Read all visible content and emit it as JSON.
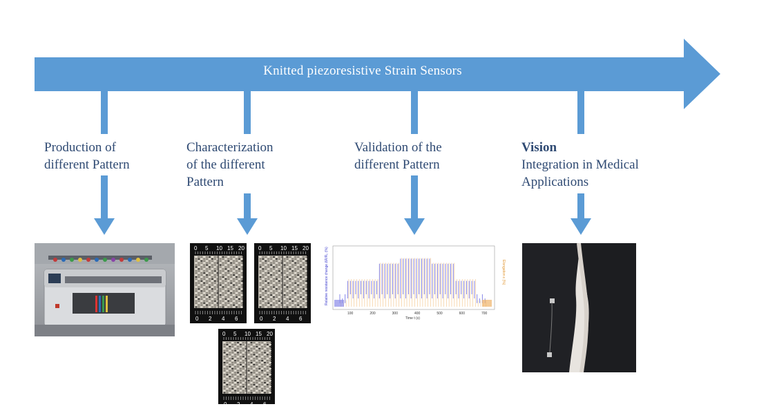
{
  "banner": {
    "title": "Knitted piezoresistive Strain Sensors",
    "color": "#5b9bd5"
  },
  "steps": [
    {
      "line1": "Production of",
      "line2": "different Pattern",
      "line3": ""
    },
    {
      "line1": "Characterization",
      "line2": "of the different",
      "line3": "Pattern"
    },
    {
      "line1": "Validation of the",
      "line2": "different Pattern",
      "line3": ""
    },
    {
      "heading": "Vision",
      "line1": "Integration in Medical",
      "line2": "Applications"
    }
  ],
  "images": {
    "machine": "knitting-machine-photo",
    "samples": "knitted-sample-photos",
    "plot": "resistance-change-plot",
    "leggings": "sensor-leggings-photo"
  },
  "ruler": {
    "top": [
      "0",
      "5",
      "10",
      "15",
      "20"
    ],
    "bottom": [
      "0",
      "2",
      "4",
      "6"
    ]
  },
  "plot": {
    "ylabel_left": "Relative resistance change ΔR/R₀ (%)",
    "ylabel_right": "Elongation ε (%)",
    "xlabel": "Time t (s)",
    "xticks": [
      "100",
      "200",
      "300",
      "400",
      "500",
      "600",
      "700"
    ]
  }
}
